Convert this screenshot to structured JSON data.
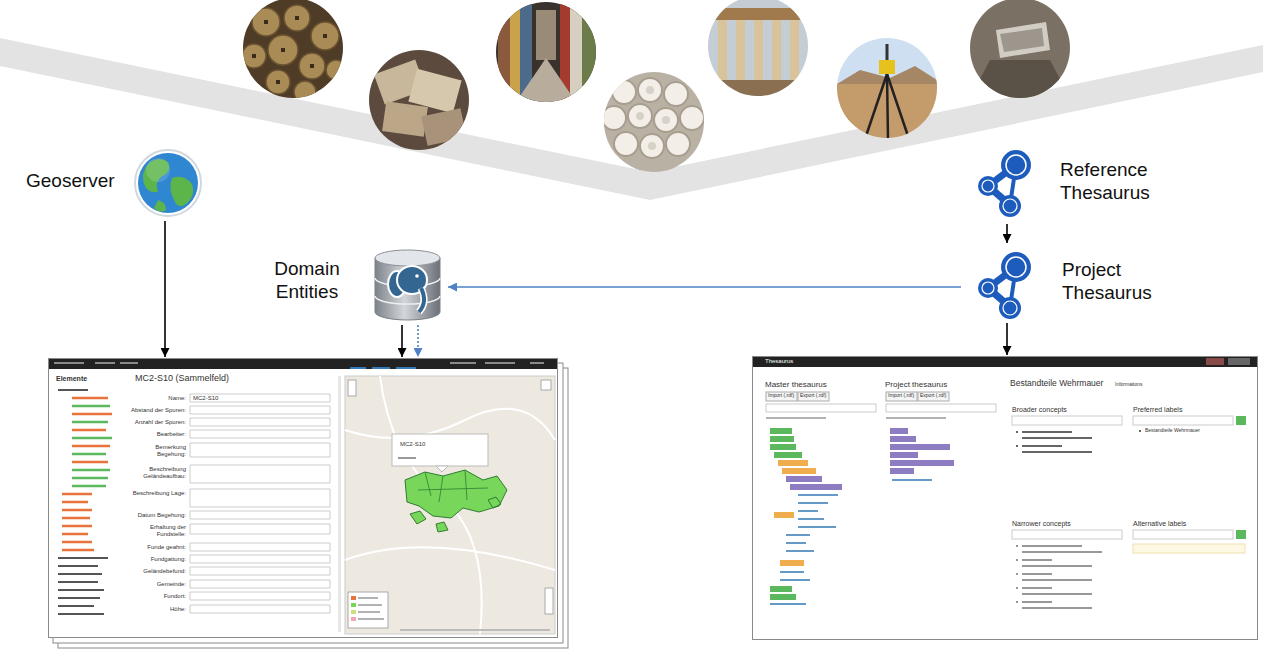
{
  "diagram": {
    "nodes": [
      {
        "text": [
          "Geoserver"
        ]
      },
      {
        "text": [
          "Domain Entities"
        ]
      },
      {
        "text": [
          "Reference Thesaurus"
        ]
      },
      {
        "text": [
          "Project Thesaurus"
        ]
      },
      {
        "text": [
          "Elemente",
          "MC2-S10 (Sammelfeld)"
        ]
      },
      {
        "text": [
          "Thesaurus"
        ]
      }
    ],
    "edges": [
      {
        "from": 0,
        "to": 4,
        "arrow": "to"
      },
      {
        "from": 1,
        "to": 4,
        "arrow": "to"
      },
      {
        "from": 1,
        "to": 4,
        "arrow": "to"
      },
      {
        "from": 3,
        "to": 1,
        "arrow": "to"
      },
      {
        "from": 2,
        "to": 3,
        "arrow": "to"
      },
      {
        "from": 3,
        "to": 5,
        "arrow": "to"
      }
    ],
    "labels": [
      "Name:",
      "Abstand der Spuren:",
      "Anzahl der Spuren:",
      "Bearbeiter:",
      "Bemerkung Begehung:",
      "Beschreibung Geländeaufbau:",
      "Beschreibung Lage:",
      "Datum Begehung:",
      "Erhaltung der Fundstelle:",
      "Funde geahnt:",
      "Fundgattung:",
      "Geländebefund:",
      "Gemeinde:",
      "Fundort:",
      "Höhe:",
      "MC2-S10",
      "MC2-S10",
      "Master thesaurus",
      "Import (.rdf)",
      "Export (.rdf)",
      "Project thesaurus",
      "Import (.rdf)",
      "Export (.rdf)",
      "Bestandteile Wehrmauer",
      "Informations",
      "Broader concepts",
      "Preferred labels",
      "Bestandteile Wehrmauer",
      "Narrower concepts",
      "Alternative labels"
    ]
  }
}
